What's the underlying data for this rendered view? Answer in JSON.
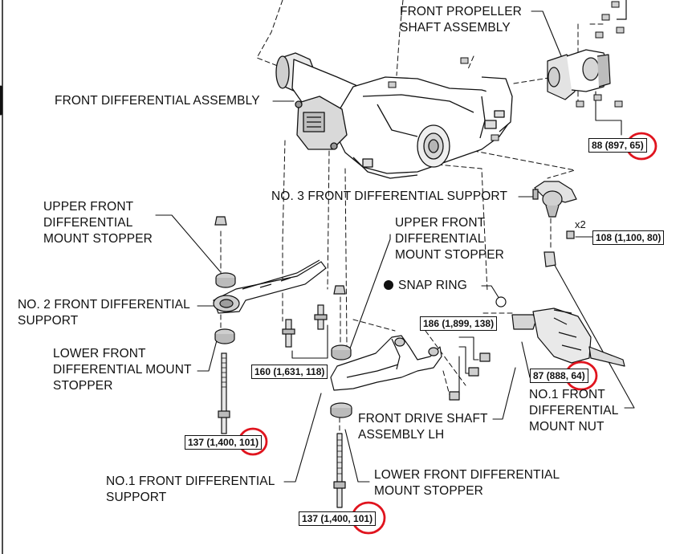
{
  "labels": {
    "front_propeller_shaft": [
      "FRONT PROPELLER",
      "SHAFT ASSEMBLY"
    ],
    "front_differential_assembly": "FRONT DIFFERENTIAL ASSEMBLY",
    "no3_front_diff_support": "NO. 3 FRONT DIFFERENTIAL SUPPORT",
    "upper_mount_stopper_left": [
      "UPPER FRONT",
      "DIFFERENTIAL",
      "MOUNT STOPPER"
    ],
    "upper_mount_stopper_center": [
      "UPPER FRONT",
      "DIFFERENTIAL",
      "MOUNT STOPPER"
    ],
    "snap_ring": "SNAP RING",
    "no2_front_diff_support": [
      "NO. 2 FRONT DIFFERENTIAL",
      "SUPPORT"
    ],
    "lower_mount_stopper_left": [
      "LOWER FRONT",
      "DIFFERENTIAL MOUNT",
      "STOPPER"
    ],
    "front_drive_shaft_lh": [
      "FRONT DRIVE SHAFT",
      "ASSEMBLY LH"
    ],
    "no1_front_diff_mount_nut": [
      "NO.1 FRONT",
      "DIFFERENTIAL",
      "MOUNT NUT"
    ],
    "no1_front_diff_support": [
      "NO.1 FRONT DIFFERENTIAL",
      "SUPPORT"
    ],
    "lower_mount_stopper_bottom": [
      "LOWER FRONT DIFFERENTIAL",
      "MOUNT STOPPER"
    ]
  },
  "torque_specs": {
    "propeller_bolts": "88 (897, 65)",
    "no3_support_bolt": "108 (1,100, 80)",
    "support_bolts_186": "186 (1,899, 138)",
    "support_bolts_160": "160 (1,631, 118)",
    "mount_nut_87": "87 (888, 64)",
    "left_stud_137": "137 (1,400, 101)",
    "bottom_stud_137": "137 (1,400, 101)"
  },
  "quantity": "x2",
  "annotation_color": "#e0141e"
}
